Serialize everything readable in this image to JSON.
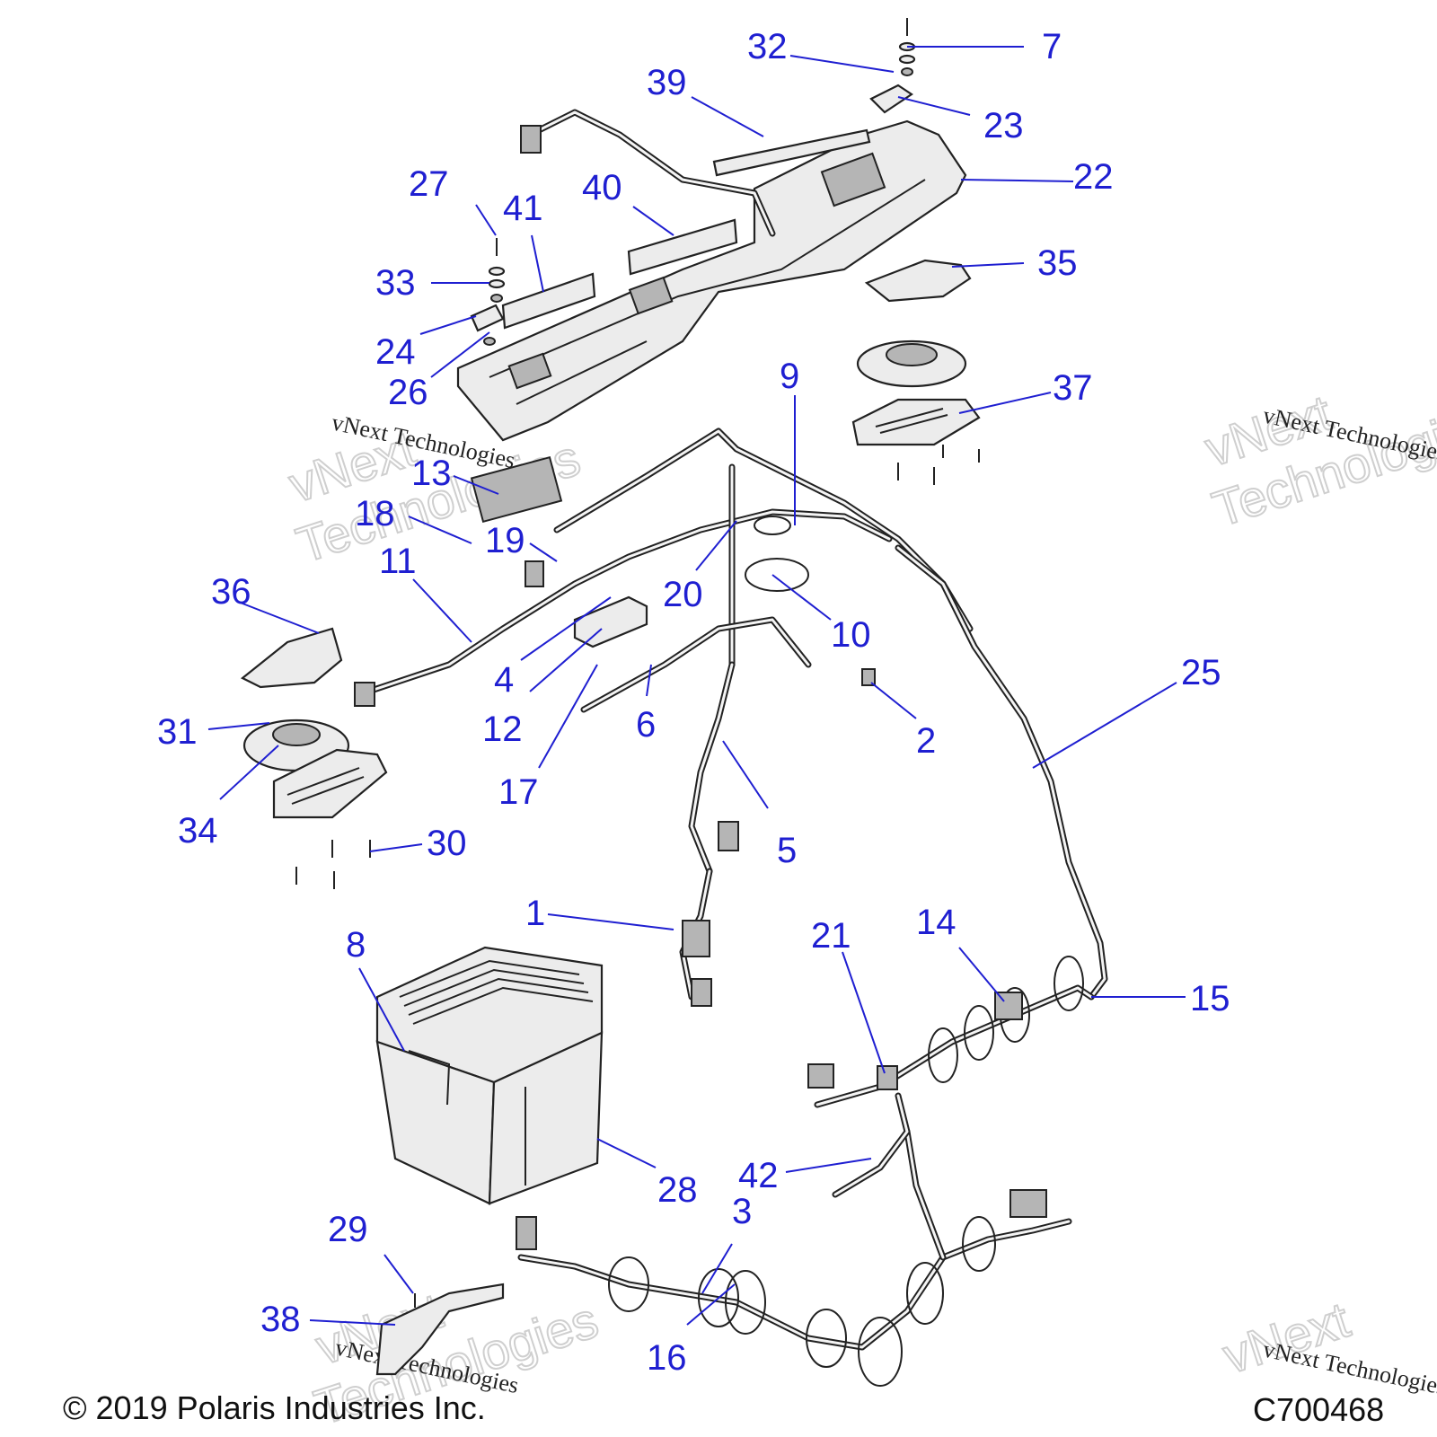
{
  "diagram": {
    "callouts": [
      "1",
      "2",
      "3",
      "4",
      "5",
      "6",
      "7",
      "8",
      "9",
      "10",
      "11",
      "12",
      "13",
      "14",
      "15",
      "16",
      "17",
      "18",
      "19",
      "20",
      "21",
      "22",
      "23",
      "24",
      "25",
      "26",
      "27",
      "28",
      "29",
      "30",
      "31",
      "32",
      "33",
      "34",
      "35",
      "36",
      "37",
      "38",
      "39",
      "40",
      "41",
      "42"
    ]
  },
  "watermark": {
    "small": "vNext Technologies",
    "large_1": "vNext",
    "large_2": "Technologies"
  },
  "footer": {
    "copyright": "© 2019 Polaris Industries Inc.",
    "figure_id": "C700468"
  }
}
